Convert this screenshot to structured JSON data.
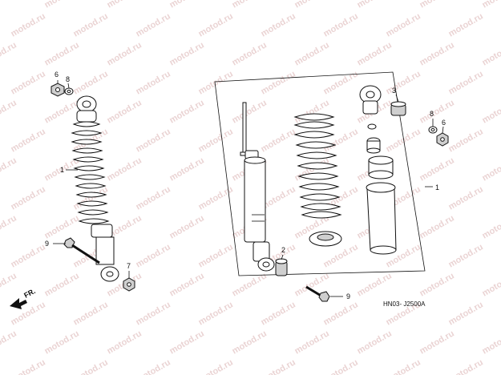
{
  "watermark": "motod.ru",
  "diagram_code": "HN03- J2500A",
  "front_label": "FR.",
  "callouts": {
    "shock_left": "1",
    "shock_right": "1",
    "collar": "2",
    "bushing": "3",
    "nut_left": "6",
    "washer_left": "8",
    "nut_right": "6",
    "washer_right": "8",
    "nut_bottom": "7",
    "bolt_left": "9",
    "bolt_right": "9"
  }
}
